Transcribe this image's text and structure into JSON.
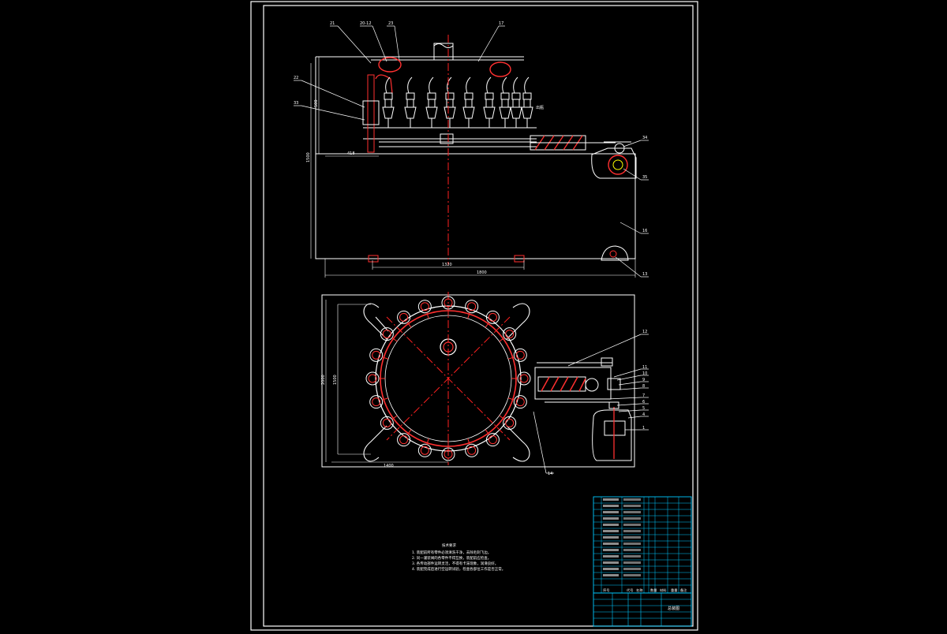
{
  "colors": {
    "background": "#000000",
    "line": "#ffffff",
    "center_line": "#ff2020",
    "part": "#ff3030",
    "table_line": "#00c8ff",
    "leader_text": "#ffffff"
  },
  "front_view": {
    "part_labels": [
      "21",
      "20-12",
      "23",
      "17",
      "22",
      "33",
      "34",
      "35",
      "16",
      "13"
    ],
    "dimensions": [
      "500",
      "1500",
      "418",
      "1320",
      "1800"
    ],
    "side_note": "出瓶"
  },
  "top_view": {
    "part_labels": [
      "12",
      "11",
      "10",
      "9",
      "8",
      "7",
      "6",
      "5",
      "4",
      "1",
      "14"
    ],
    "dimensions": [
      "2000",
      "1500",
      "1400"
    ]
  },
  "technical_requirements": {
    "heading": "技术要求",
    "items": [
      "1. 装配前所有零件必须清洗干净，去除毛刺飞边。",
      "2. 同一灌装阀的各零件不得互换，装配前应检查。",
      "3. 各传动部件运转灵活，不得有卡滞现象，润滑良好。",
      "4. 装配完成后进行空运转试验，检查各部位工作是否正常。"
    ]
  },
  "title_block": {
    "title": "总装图",
    "header_cells": [
      "序号",
      "代号",
      "名称",
      "数量",
      "材料",
      "重量",
      "备注"
    ]
  }
}
